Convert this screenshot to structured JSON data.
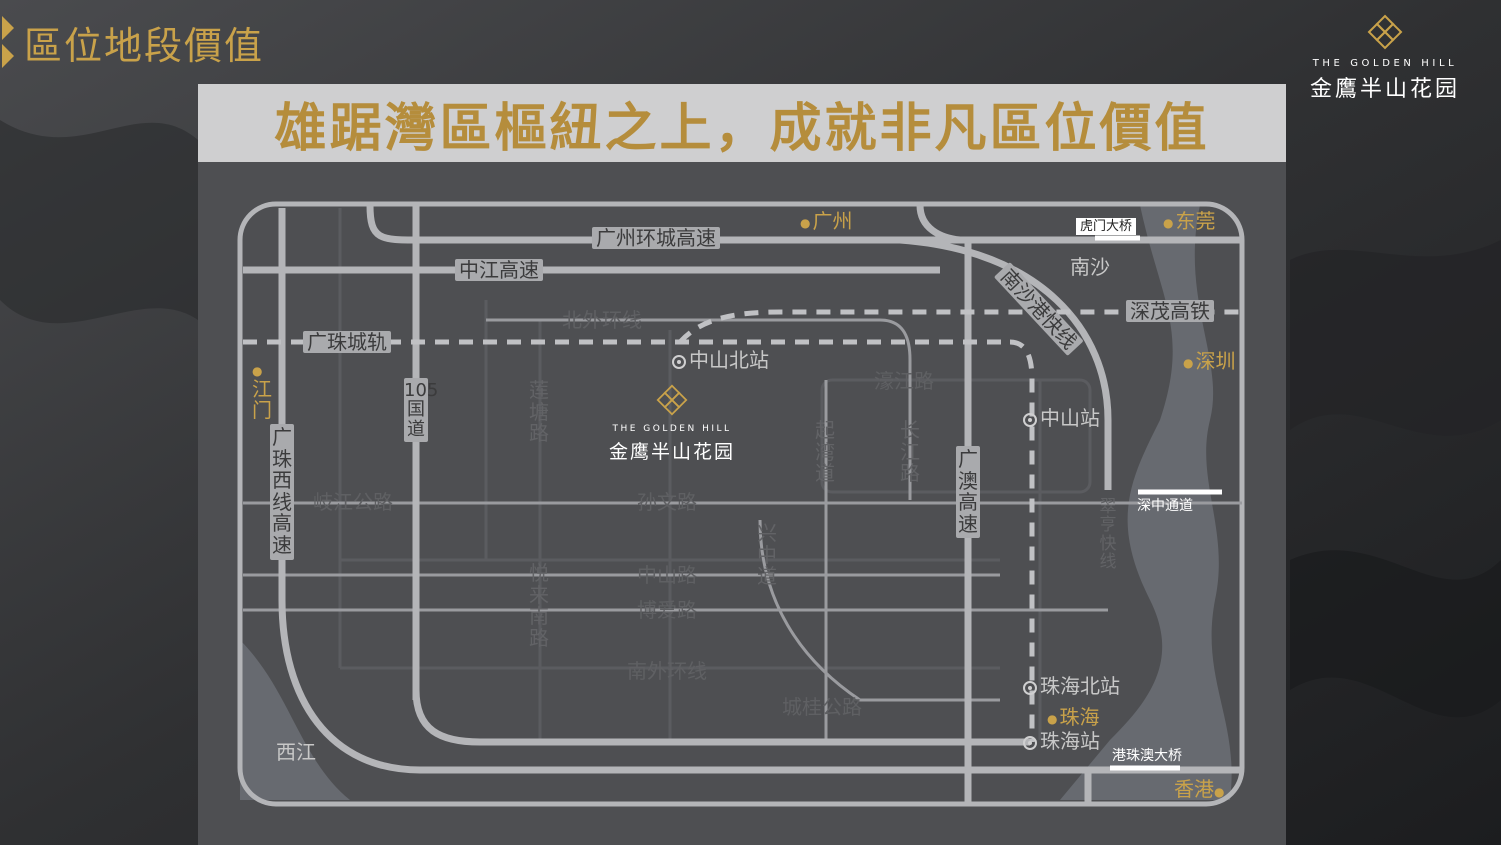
{
  "page": {
    "title": "區位地段價值",
    "headline": "雄踞灣區樞紐之上，成就非凡區位價值"
  },
  "brand": {
    "en": "THE GOLDEN HILL",
    "cn": "金鷹半山花园"
  },
  "map": {
    "roads_h": [
      "广州环城高速",
      "中江高速",
      "北外环线",
      "广珠城轨",
      "濠江路",
      "岐江公路",
      "孙文路",
      "中山路",
      "博爱路",
      "南外环线",
      "城桂公路",
      "深茂高铁"
    ],
    "roads_v": [
      "105国道",
      "广珠西线高速",
      "莲塘路",
      "悦来南路",
      "兴中道",
      "起湾道",
      "长江路",
      "广澳高速",
      "翠亨快线"
    ],
    "diagonal": "南沙港快线",
    "stations": [
      "中山北站",
      "中山站",
      "珠海北站",
      "珠海站"
    ],
    "cities": [
      "广州",
      "东莞",
      "深圳",
      "江门",
      "珠海",
      "香港"
    ],
    "places": [
      "南沙",
      "西江"
    ],
    "crossings": [
      "虎门大桥",
      "深中通道",
      "港珠澳大桥"
    ],
    "center_logo": {
      "en": "THE GOLDEN HILL",
      "cn": "金鹰半山花园"
    }
  },
  "colors": {
    "gold": "#c9a24a",
    "road": "#a9aaad",
    "panel": "#4e4f52",
    "water": "#676a70"
  }
}
